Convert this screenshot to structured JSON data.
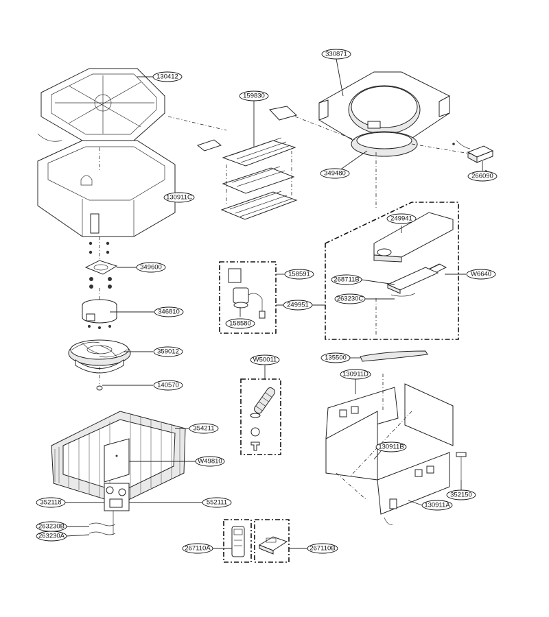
{
  "labels": {
    "p130412": "130412",
    "p130911C": "130911C",
    "p349600": "349600",
    "p346810": "346810",
    "p359012": "359012",
    "p140570": "140570",
    "p354211": "354211",
    "pW49810": "W49810",
    "p352118": "352118",
    "p552111": "552111",
    "p263230B": "263230B",
    "p263230A": "263230A",
    "p159830": "159830",
    "p330871": "330871",
    "p349480": "349480",
    "p266090": "266090",
    "p249941": "249941",
    "p268711B": "268711B",
    "p263230C": "263230C",
    "pW6640": "W6640",
    "p249951": "249951",
    "p158591": "158591",
    "p158580": "158580",
    "pW50011": "W50011",
    "p135500": "135500",
    "p130911D": "130911D",
    "p130911B": "130911B",
    "p352150": "352150",
    "p130911A": "130911A",
    "p267110A": "267110A",
    "p267110B": "267110B"
  }
}
